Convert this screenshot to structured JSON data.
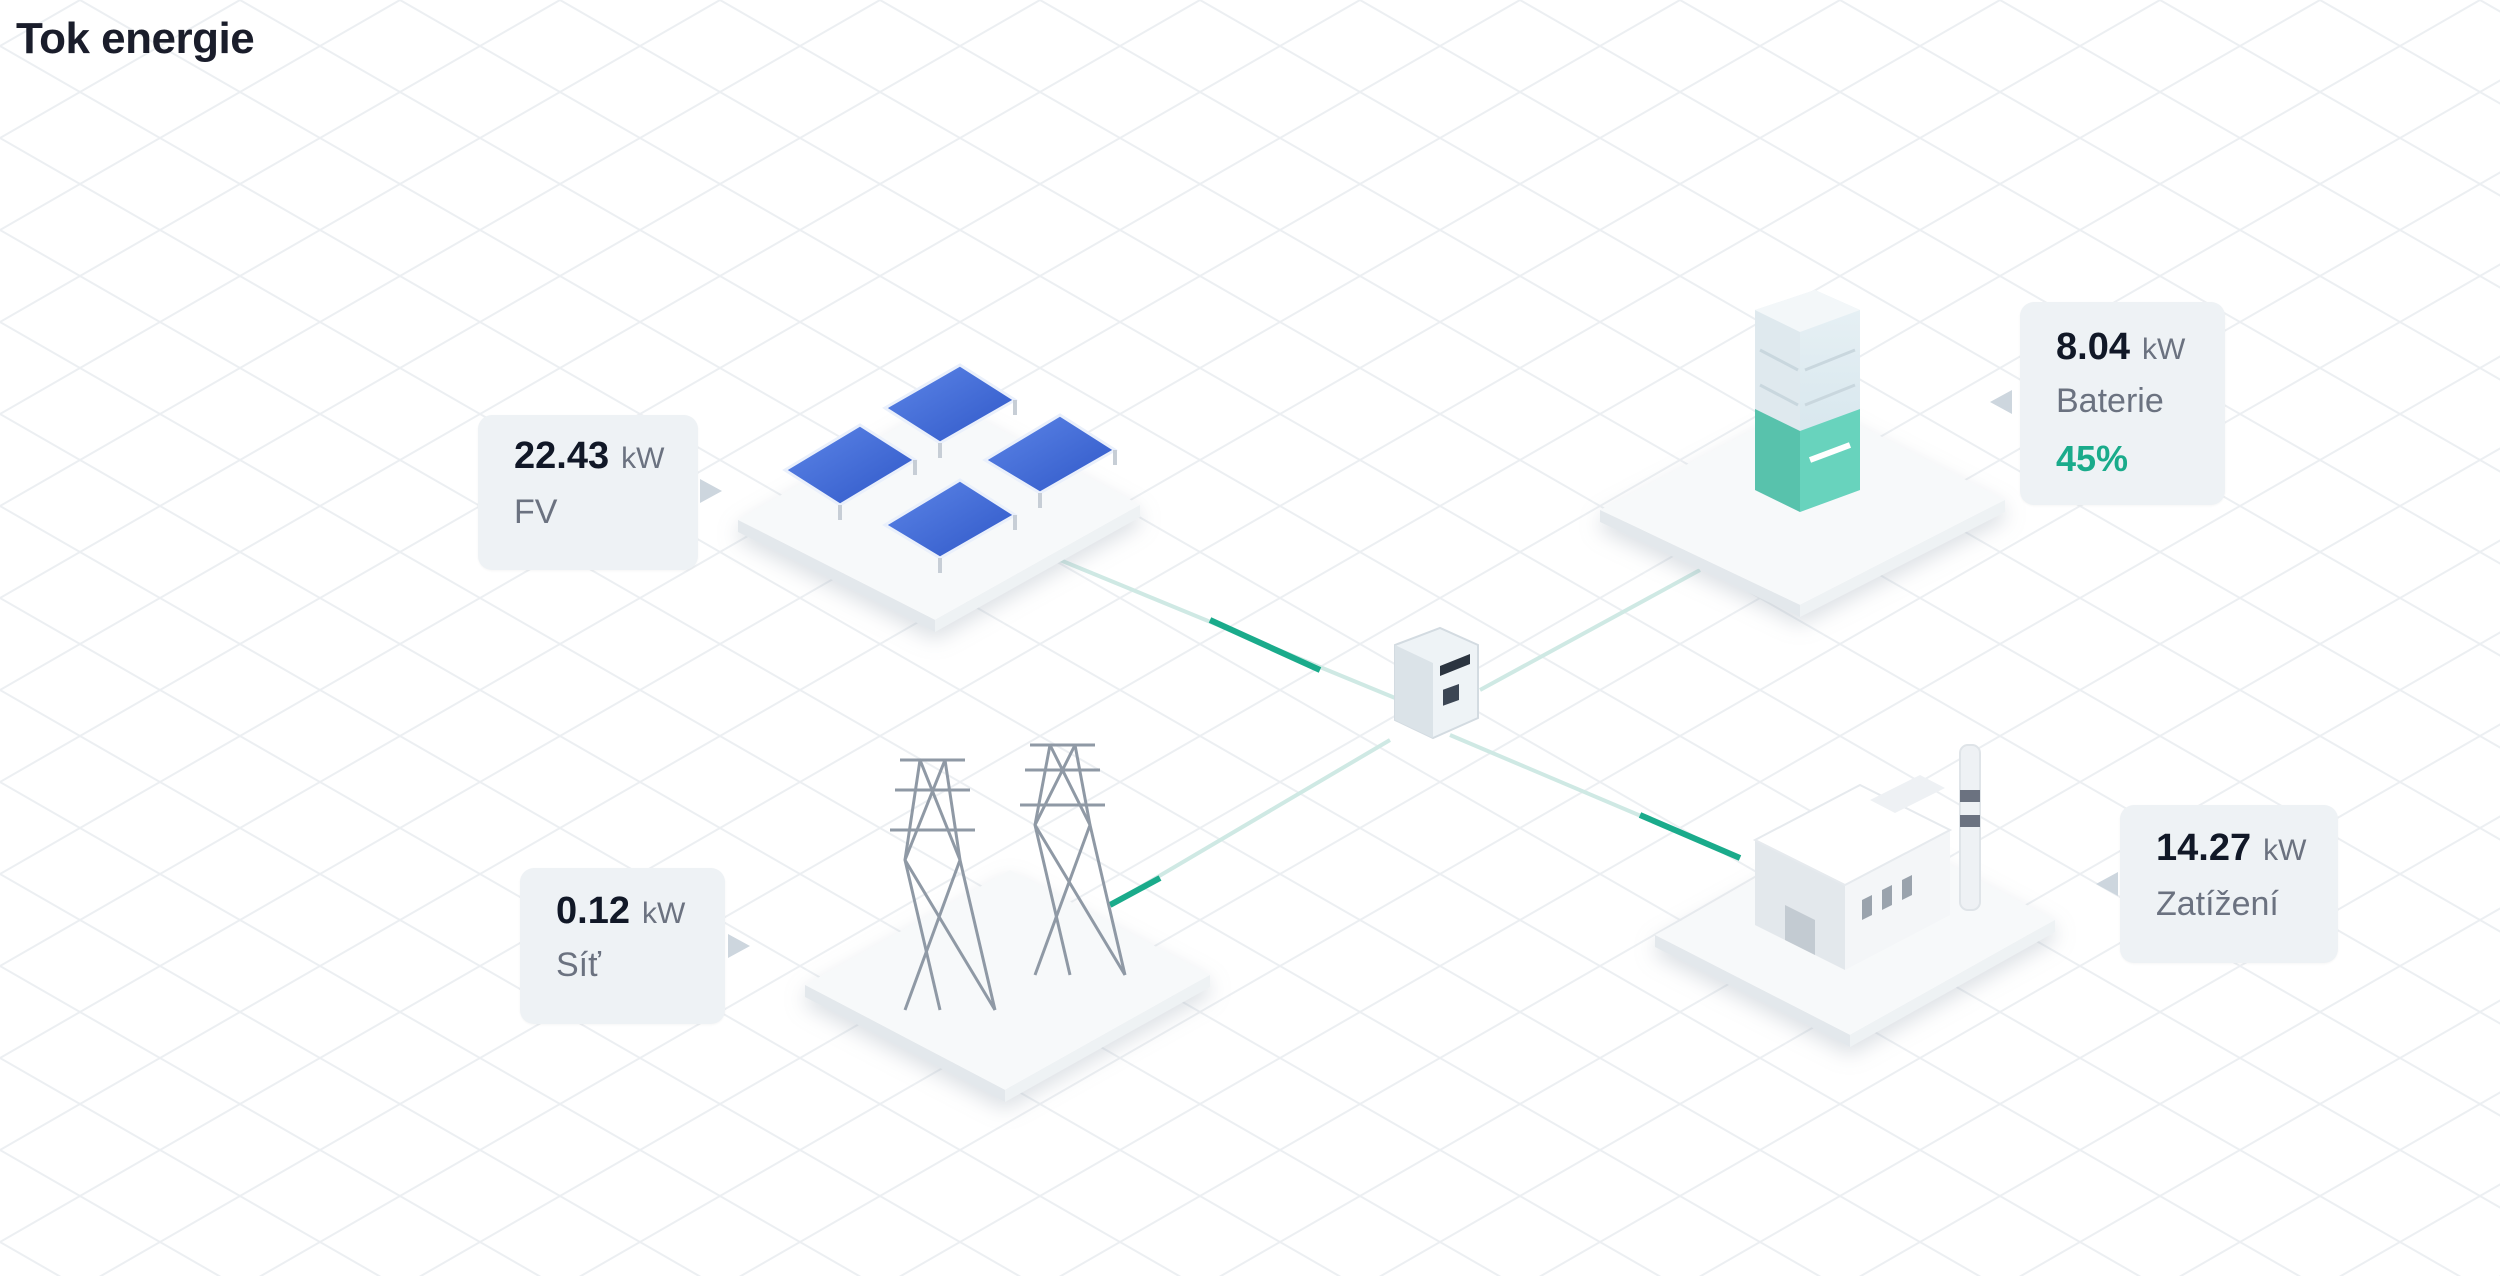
{
  "page": {
    "title": "Tok energie"
  },
  "colors": {
    "accent": "#1aab8b",
    "battery": "#68d3bd",
    "line": "#9ed7cc"
  },
  "nodes": {
    "pv": {
      "value": "22.43",
      "unit": "kW",
      "label": "FV"
    },
    "battery": {
      "value": "8.04",
      "unit": "kW",
      "label": "Baterie",
      "soc": "45%",
      "soc_fraction": 0.45
    },
    "grid": {
      "value": "0.12",
      "unit": "kW",
      "label": "Síť"
    },
    "load": {
      "value": "14.27",
      "unit": "kW",
      "label": "Zatížení"
    }
  },
  "icons": {
    "pv": "solar-panels-icon",
    "battery": "battery-cabinet-icon",
    "grid": "power-pylon-icon",
    "load": "factory-icon",
    "inverter": "inverter-icon"
  }
}
